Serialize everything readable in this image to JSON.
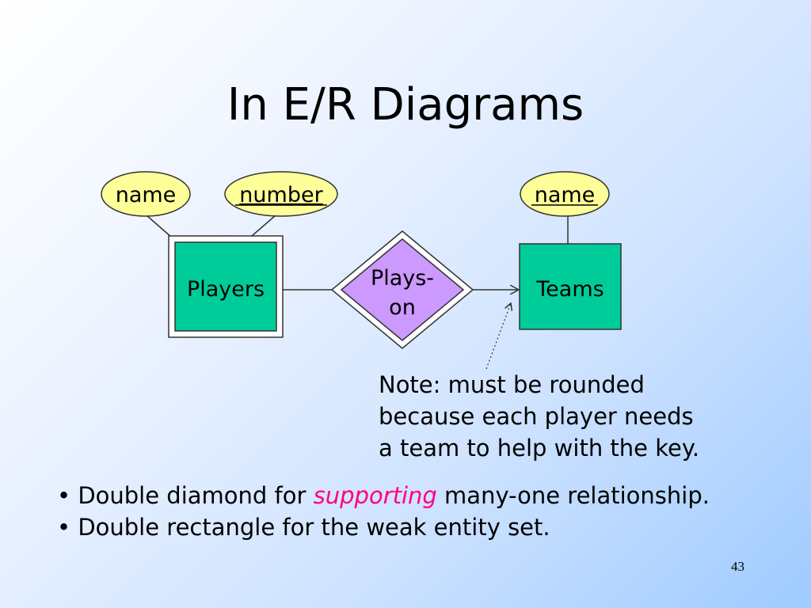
{
  "slide": {
    "title": "In E/R Diagrams",
    "number": "43"
  },
  "diagram": {
    "attributes": [
      {
        "id": "players-name",
        "label": "name",
        "underlined": false
      },
      {
        "id": "players-number",
        "label": "number",
        "underlined": true
      },
      {
        "id": "teams-name",
        "label": "name",
        "underlined": true
      }
    ],
    "entities": {
      "players": {
        "label": "Players",
        "weak": true
      },
      "teams": {
        "label": "Teams",
        "weak": false
      }
    },
    "relationship": {
      "label_line1": "Plays-",
      "label_line2": "on",
      "supporting": true
    },
    "colors": {
      "attribute_fill": "#ffff99",
      "entity_fill": "#00cc99",
      "relationship_fill": "#cc99ff",
      "outer_fill": "#ffffff",
      "stroke": "#333333"
    }
  },
  "note": {
    "lines": [
      "Note: must be rounded",
      "because each player needs",
      "a team to help with the key."
    ]
  },
  "bullets": {
    "b1_prefix": "• Double diamond for ",
    "b1_emph": "supporting",
    "b1_suffix": " many-one relationship.",
    "b2": "• Double rectangle for the weak entity set."
  }
}
